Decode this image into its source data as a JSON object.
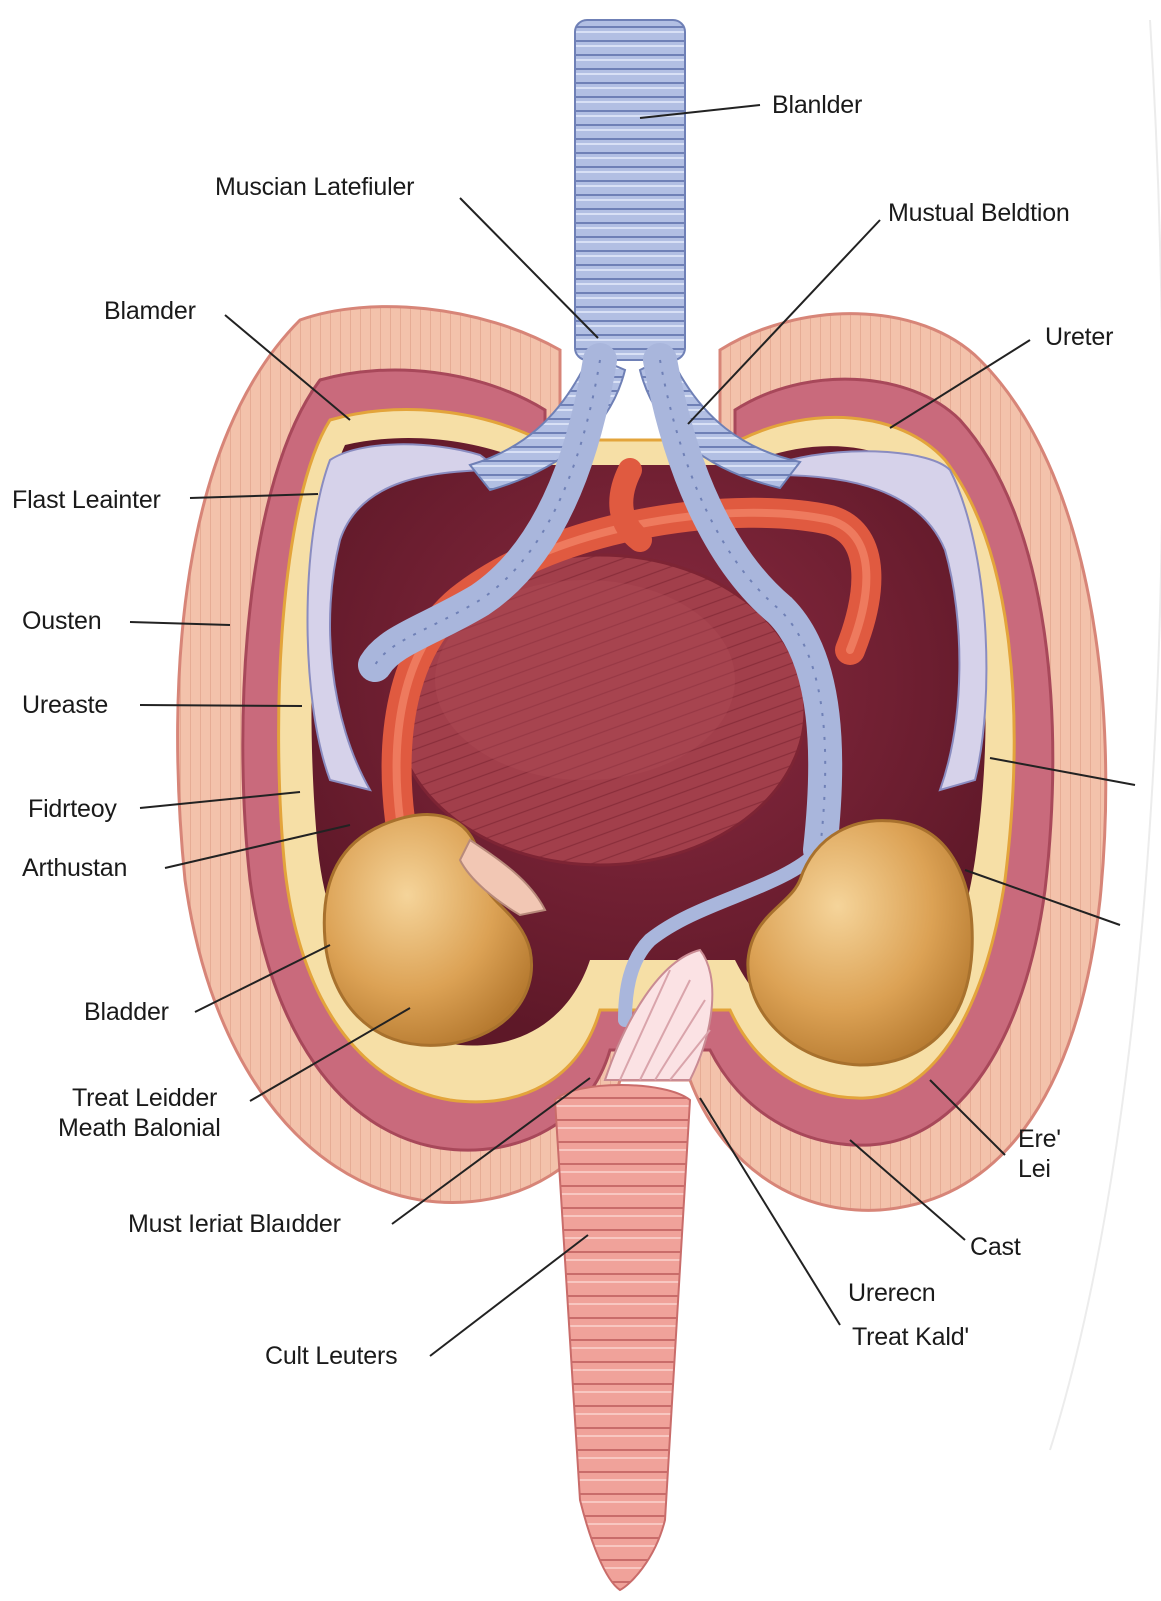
{
  "diagram": {
    "labels": {
      "blanlder": "Blanlder",
      "muscian_latefiuler": "Muscian Latefiuler",
      "mustual_beldtion": "Mustual Beldtion",
      "blamder": "Blamder",
      "ureter": "Ureter",
      "flast_leainter": "Flast Leainter",
      "ousten": "Ousten",
      "ureaste": "Ureaste",
      "fidrteoy": "Fidrteoy",
      "arthustan": "Arthustan",
      "bladder": "Bladder",
      "treat_leidder_line1": "Treat Leidder",
      "treat_leidder_line2": "Meath Balonial",
      "must_leriat_bladder": "Must Ieriat Blaıdder",
      "cult_leuters": "Cult Leuters",
      "ere_lei_line1": "Ere'",
      "ere_lei_line2": "Lei",
      "cast": "Cast",
      "urerecn": "Urerecn",
      "treat_kald": "Treat Kald'"
    },
    "colors": {
      "outer_tissue": "#f3c2ab",
      "muscle_band": "#c7677a",
      "inner_cavity": "#7a2236",
      "bladder_body": "#a8404c",
      "kidney": "#dba454",
      "ureter_tube": "#a9b6dc",
      "artery": "#e0583f",
      "urethra": "#ef9b93",
      "leader_line": "#222222"
    }
  }
}
